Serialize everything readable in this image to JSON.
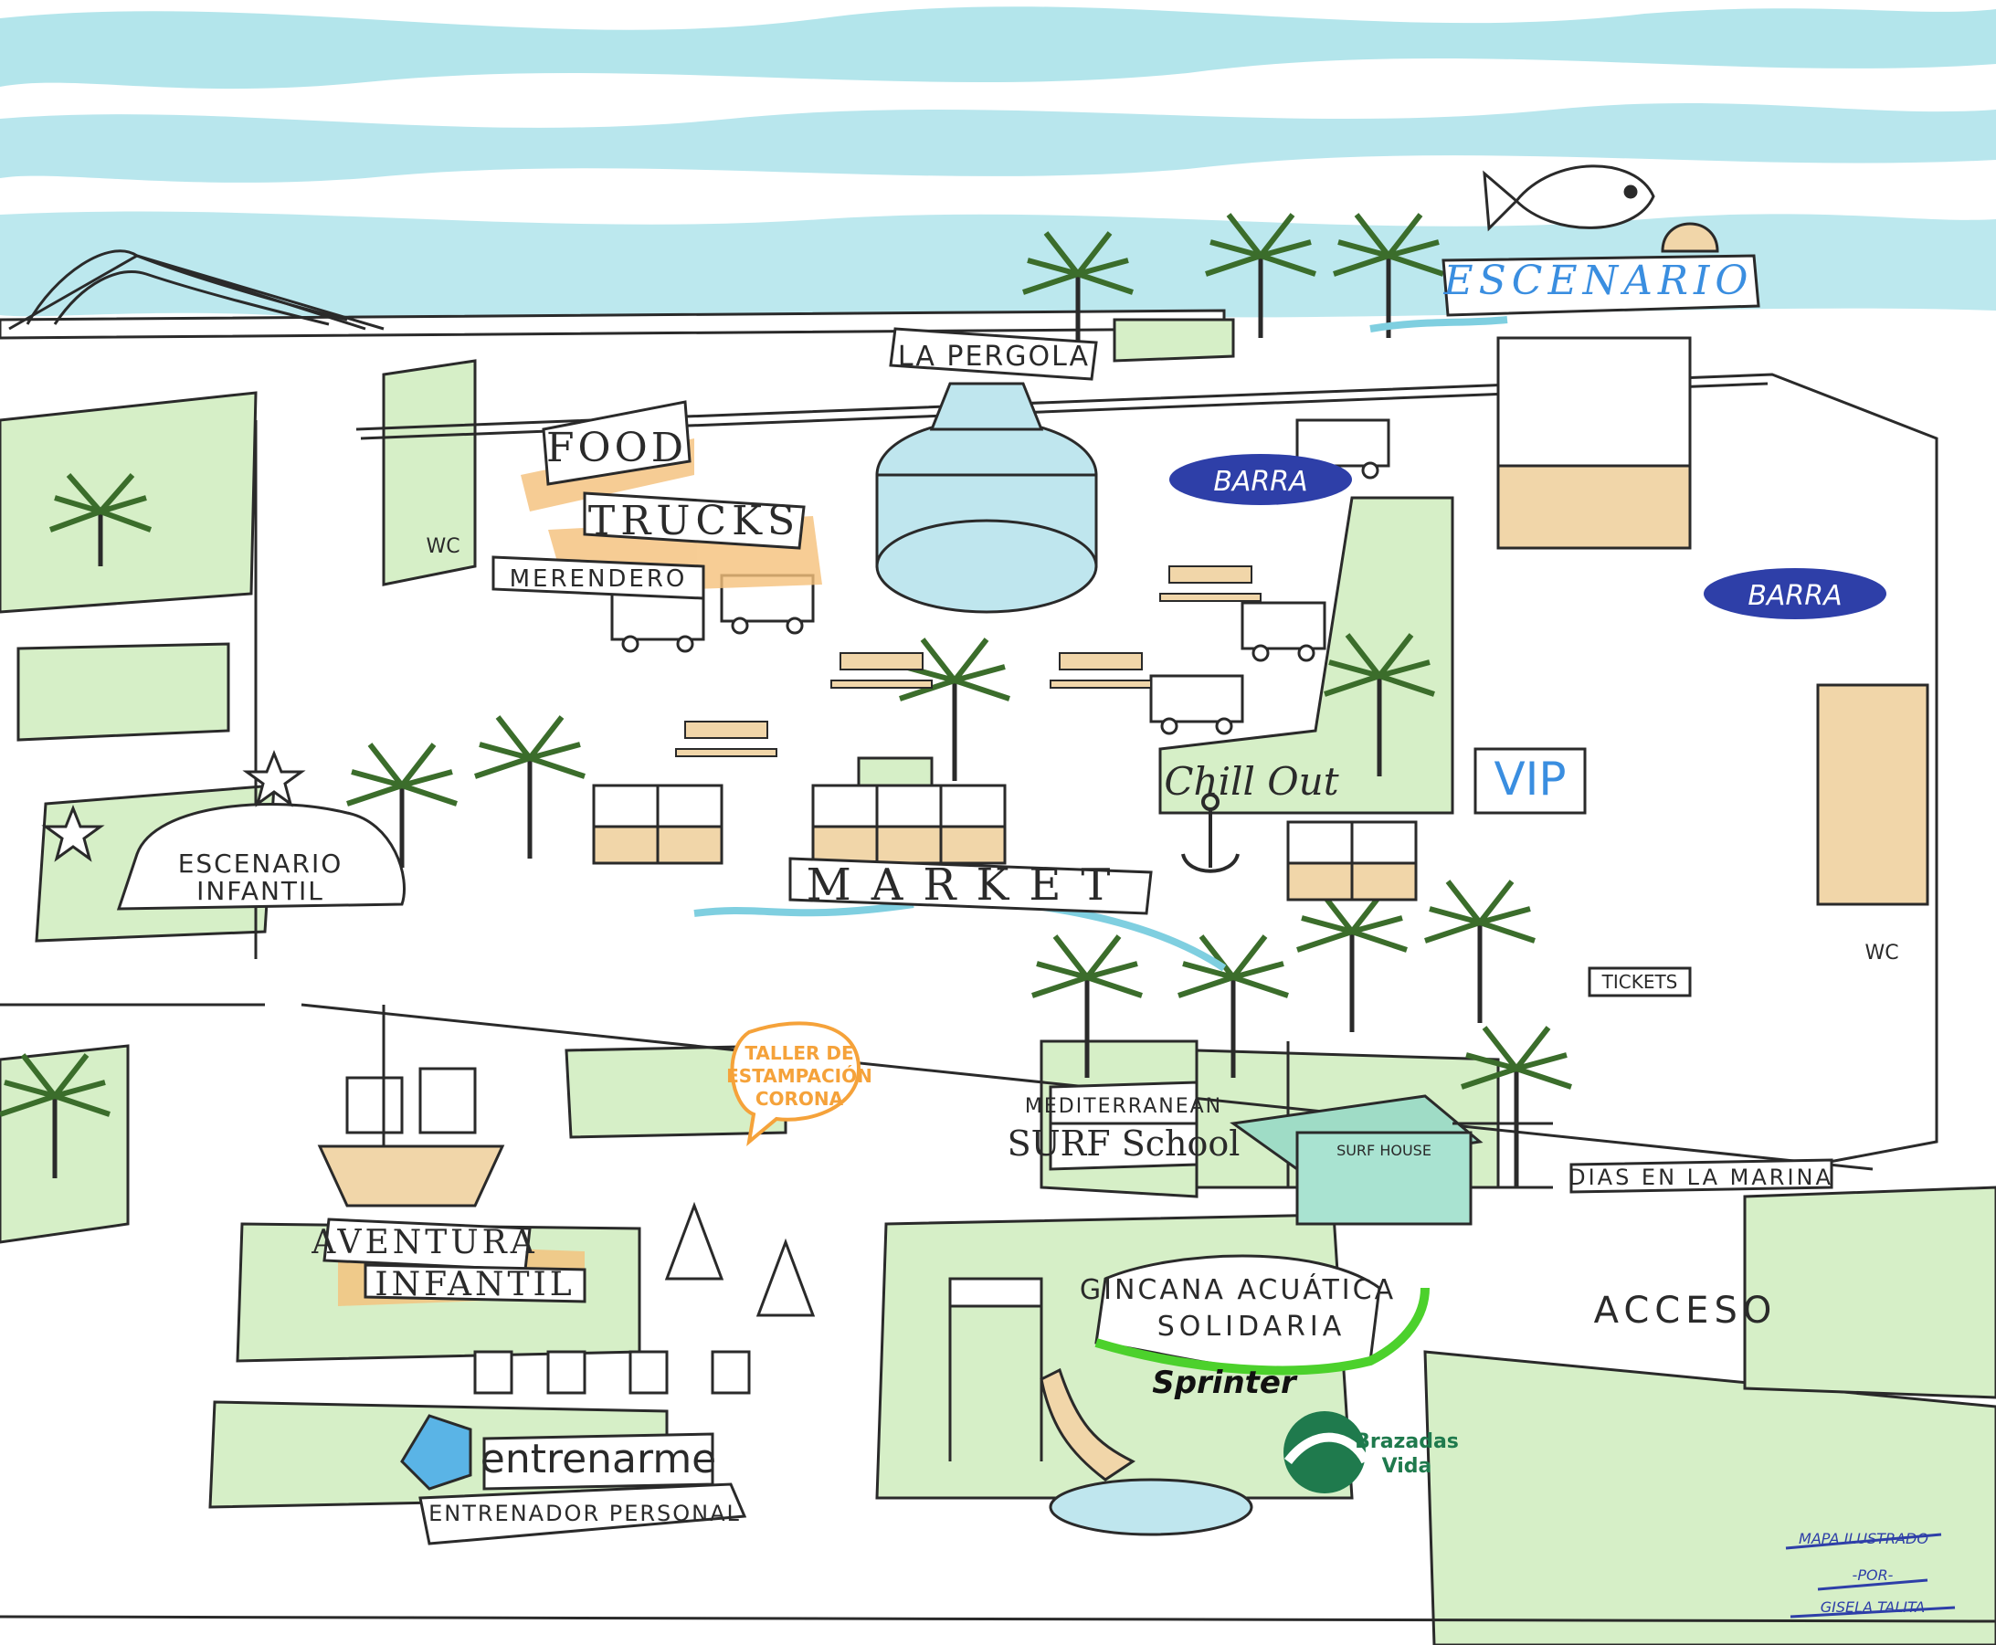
{
  "map": {
    "colors": {
      "sea": "#a6e0e8",
      "grass": "#d6efc7",
      "wood": "#f1d6a9",
      "accent_orange": "#f5a23a",
      "barra_blue": "#2e3fa8",
      "vip_blue": "#3a8ee0",
      "ink": "#2a2a2a",
      "gincana_green": "#4cd12c"
    },
    "labels": {
      "escenario": "ESCENARIO",
      "la_pergola": "LA PERGOLA",
      "food": "FOOD",
      "trucks": "TRUCKS",
      "merendero": "MERENDERO",
      "barra_top": "BARRA",
      "barra_right": "BARRA",
      "wc_left": "WC",
      "wc_right": "WC",
      "chill_out": "Chill Out",
      "vip": "VIP",
      "escenario_infantil_1": "ESCENARIO",
      "escenario_infantil_2": "INFANTIL",
      "market": "MARKET",
      "taller": [
        "TALLER DE",
        "ESTAMPACIÓN",
        "CORONA"
      ],
      "mediterranean": "MEDITERRANEAN",
      "surf_school": "SURF School",
      "surf_house": "SURF HOUSE",
      "tickets": "TICKETS",
      "dias_en": "EN",
      "dias_la": "LA",
      "dias_marina": "DIAS EN LA MARINA",
      "aventura": "AVENTURA",
      "infantil": "INFANTIL",
      "gincana_1": "GINCANA ACUÁTICA",
      "gincana_2": "SOLIDARIA",
      "sprinter": "Sprinter",
      "brazadas_1": "Brazadas",
      "brazadas_2": "Vida",
      "acceso": "ACCESO",
      "entrenarme": "entrenarme",
      "entrenador": "ENTRENADOR PERSONAL",
      "credit": [
        "MAPA ILUSTRADO",
        "-POR-",
        "GISELA TALITA"
      ]
    },
    "icons": [
      "palm-tree-icon",
      "fish-icon",
      "shell-icon",
      "star-icon",
      "anchor-icon",
      "pirate-ship-icon",
      "teepee-icon",
      "lifeguard-tower-icon",
      "water-slide-icon",
      "food-truck-icon",
      "tent-icon",
      "picnic-table-icon"
    ]
  }
}
